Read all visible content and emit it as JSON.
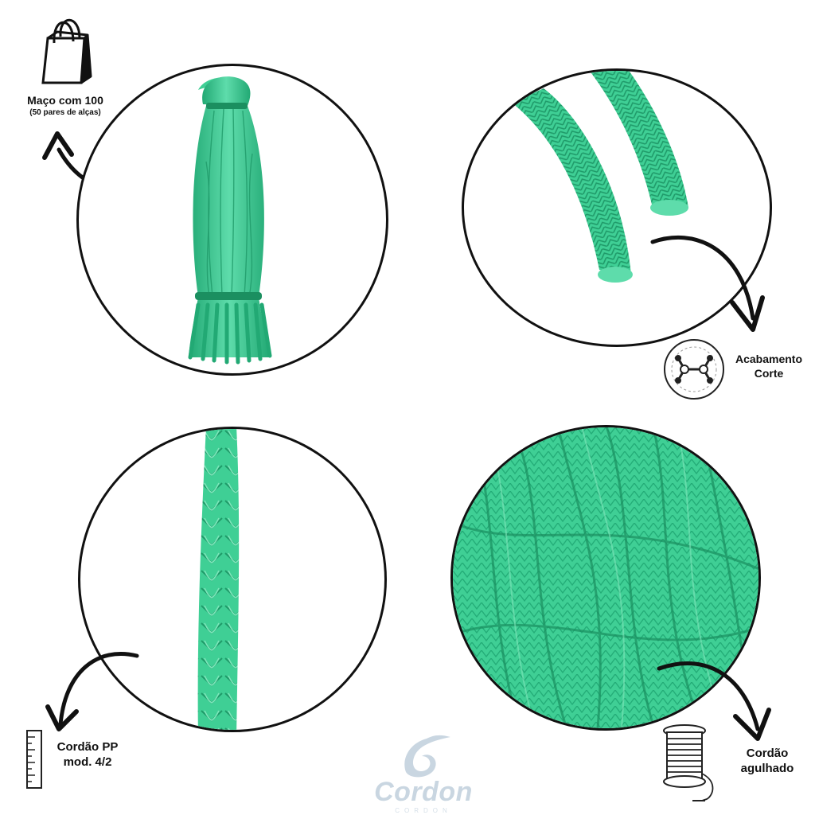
{
  "bundle": {
    "title": "Maço com 100",
    "subtitle": "(50 pares de alças)"
  },
  "finish": {
    "line1": "Acabamento",
    "line2": "Corte"
  },
  "cord": {
    "line1": "Cordão PP",
    "line2": "mod. 4/2"
  },
  "needle": {
    "line1": "Cordão",
    "line2": "agulhado"
  },
  "brand": {
    "name": "Cordon",
    "tagline": "CORDON"
  },
  "colors": {
    "cord": "#3fcf95",
    "cord_dark": "#22a974",
    "cord_light": "#7fe6bb",
    "ink": "#111111",
    "brand": "#c9d6e1"
  },
  "icons": [
    "shopping-bag-icon",
    "molecule-icon",
    "ruler-icon",
    "thread-spool-icon",
    "curved-arrow-icon"
  ]
}
